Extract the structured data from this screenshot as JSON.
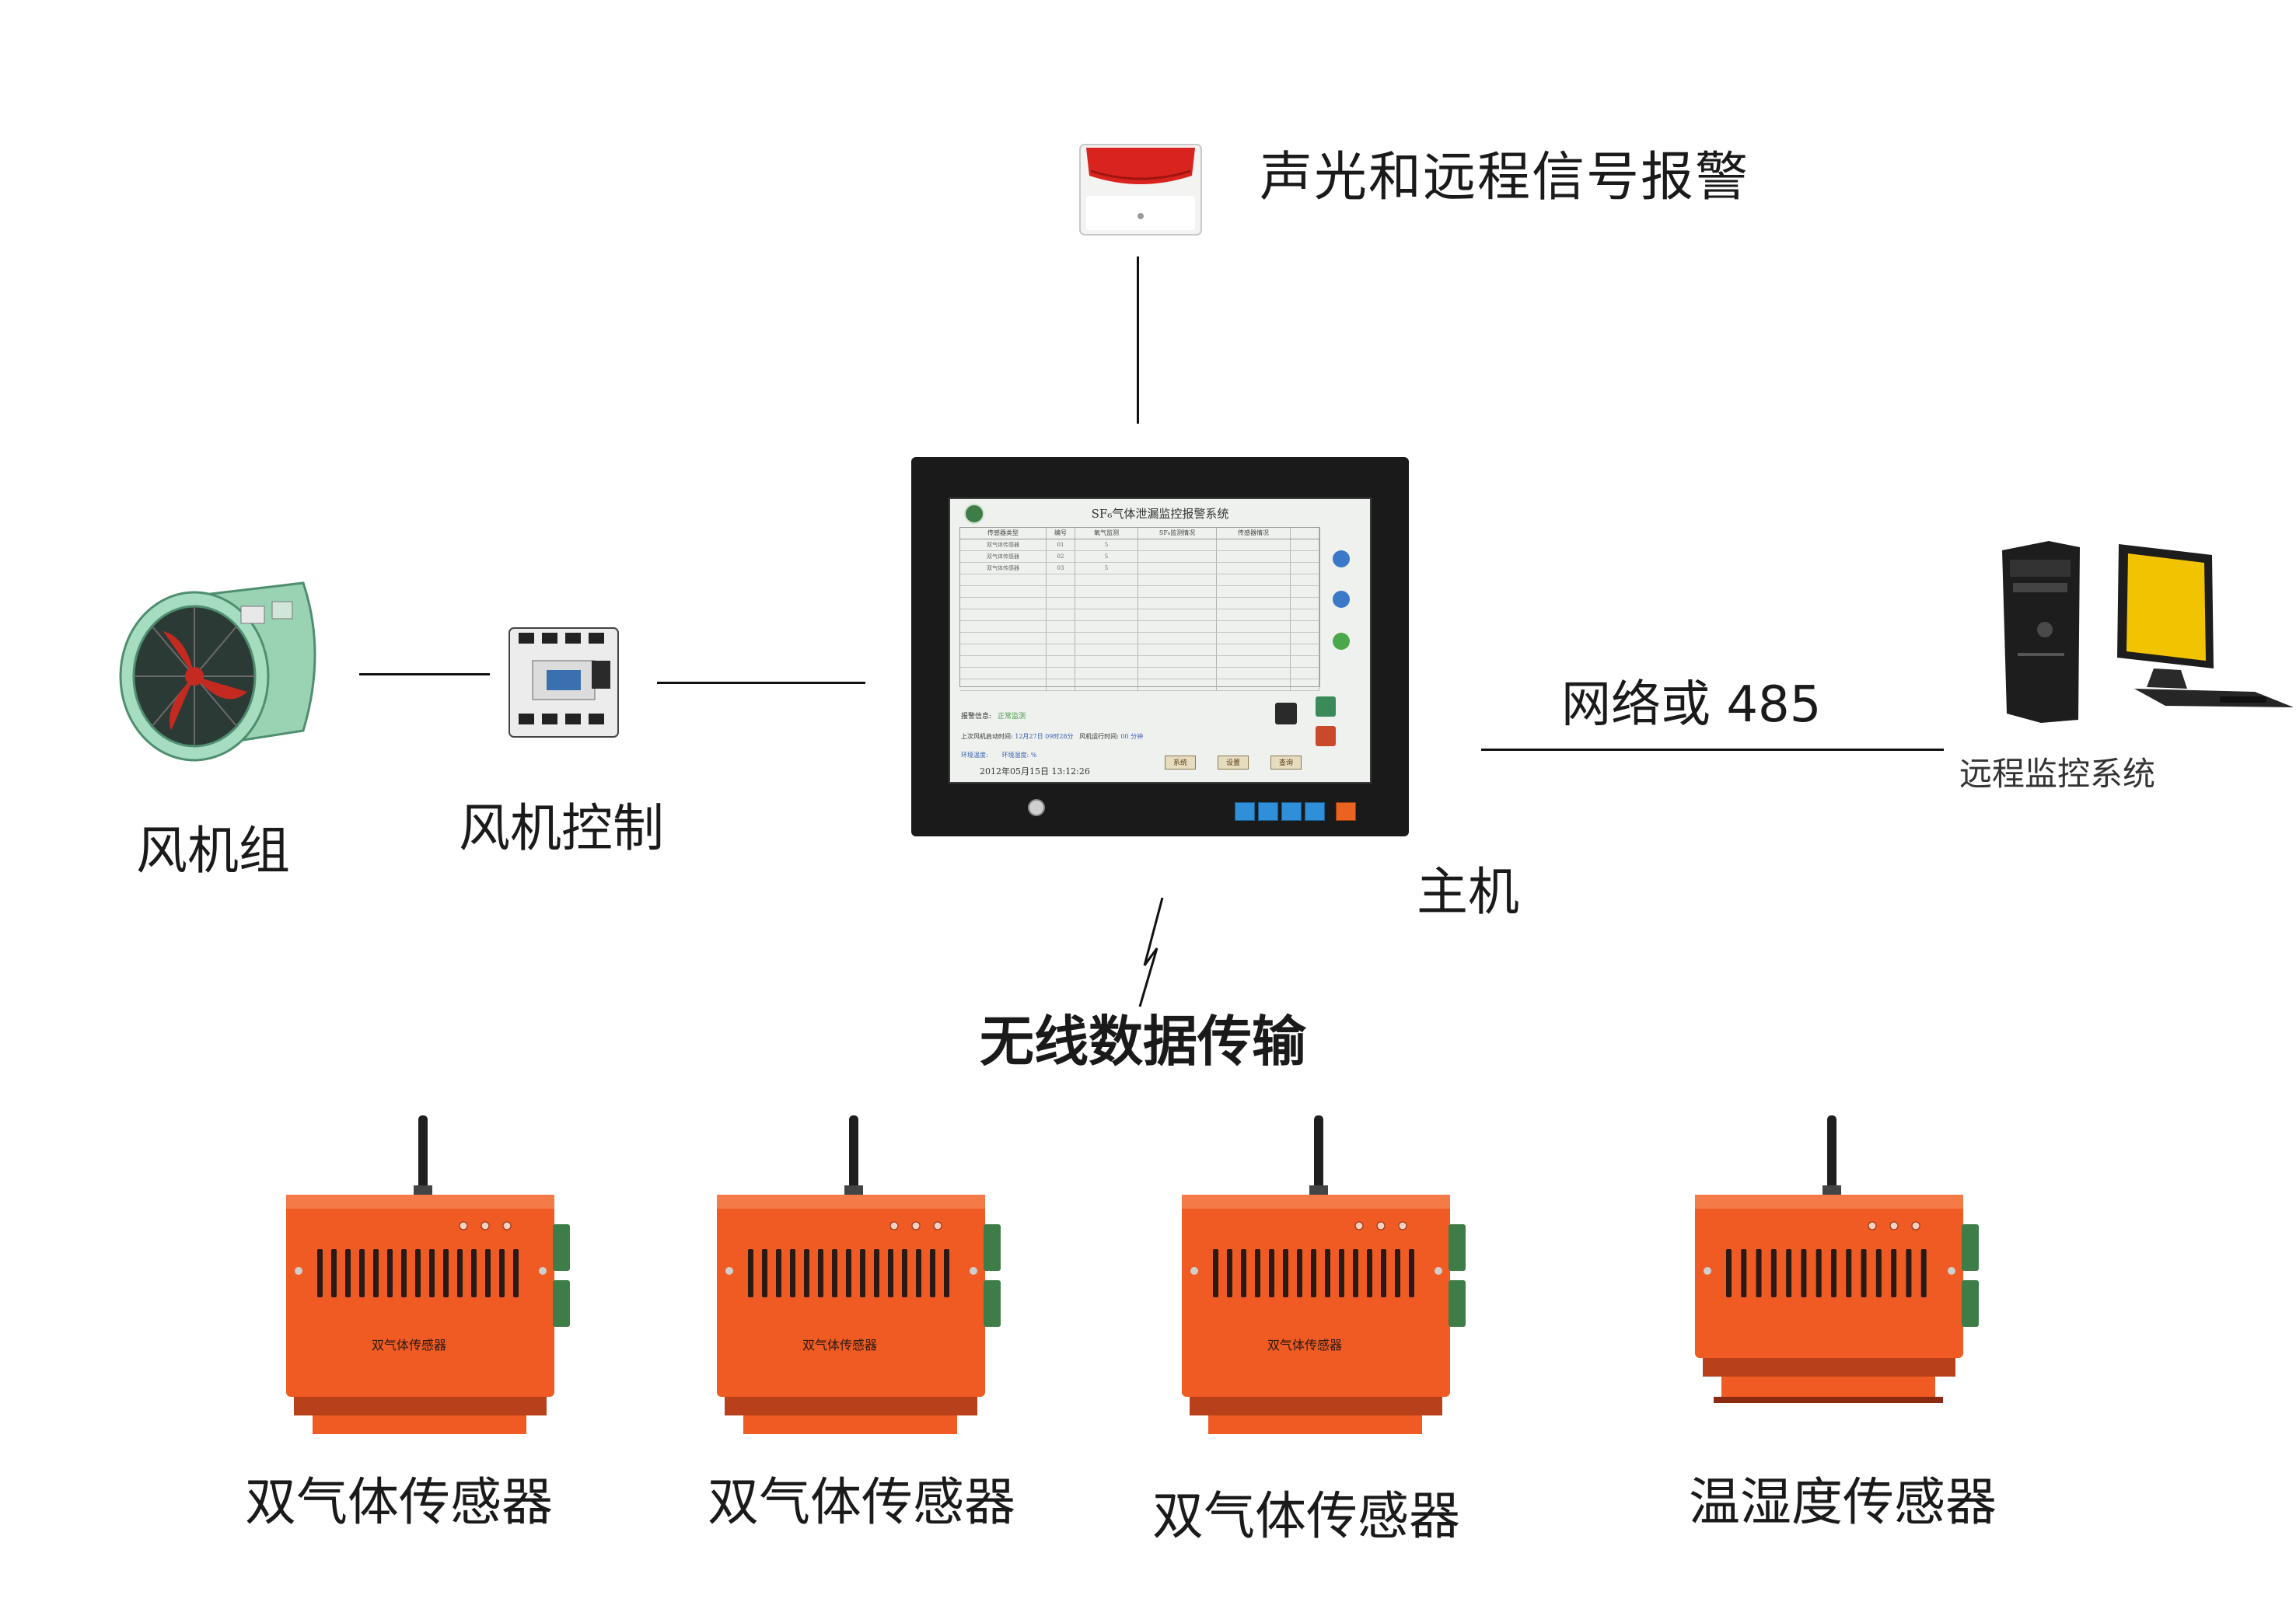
{
  "labels": {
    "alarm": "声光和远程信号报警",
    "fan_group": "风机组",
    "fan_control": "风机控制",
    "host": "主机",
    "network": "网络或 485",
    "remote_monitor": "远程监控系统",
    "wireless": "无线数据传输",
    "sensor_1": "双气体传感器",
    "sensor_2": "双气体传感器",
    "sensor_3": "双气体传感器",
    "sensor_4": "温湿度传感器"
  },
  "device_text": {
    "sensor_plate": "双气体传感器"
  },
  "host_screen": {
    "title": "SF₆气体泄漏监控报警系统",
    "table_headers": [
      "传感器类型",
      "编号",
      "氧气监测",
      "SF₆监测情况",
      "传感器情况"
    ],
    "rows": [
      [
        "双气体传感器",
        "01",
        "5",
        "",
        ""
      ],
      [
        "双气体传感器",
        "02",
        "5",
        "",
        ""
      ],
      [
        "双气体传感器",
        "03",
        "5",
        "",
        ""
      ]
    ],
    "alarm_info_label": "报警信息:",
    "alarm_info_value": "正常监测",
    "fan_last_start_label": "上次风机启动时间:",
    "fan_last_start_value": "12月27日  09时28分",
    "fan_runtime_label": "风机运行时间:",
    "fan_runtime_value": "00 分钟",
    "env_temp_label": "环境温度:",
    "env_humidity_label": "环境湿度:",
    "env_humidity_value": "%",
    "datetime": "2012年05月15日  13:12:26",
    "buttons": [
      "系统",
      "设置",
      "查询"
    ]
  },
  "colors": {
    "sensor_body": "#ef5b22",
    "sensor_dark": "#b8401a",
    "antenna": "#1f1f1f",
    "monitor_frame": "#1a1a1a",
    "keypad_blue": "#2f8fd8",
    "keypad_orange": "#e86420",
    "fan_green": "#8cc9a8",
    "fan_red": "#c42a1f",
    "alarm_red": "#d8231f",
    "pc_yellow": "#f2c300"
  }
}
